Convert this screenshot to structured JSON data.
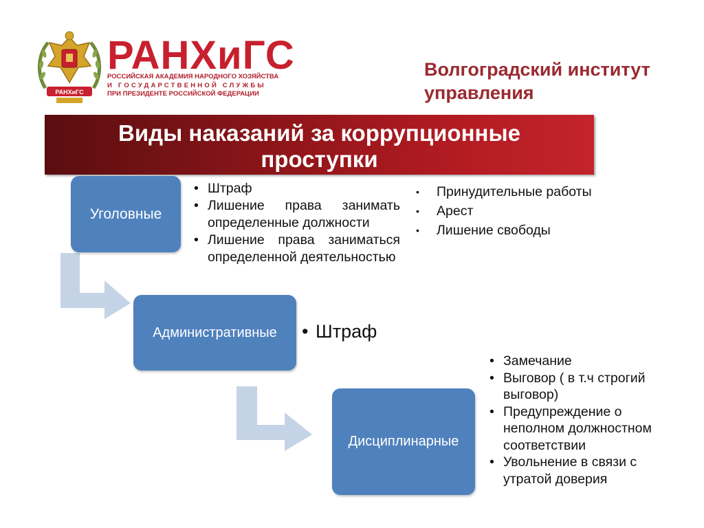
{
  "header": {
    "brand": "РАНХиГС",
    "brand_sub": [
      "РОССИЙСКАЯ АКАДЕМИЯ НАРОДНОГО ХОЗЯЙСТВА",
      "И ГОСУДАРСТВЕННОЙ СЛУЖБЫ",
      "ПРИ ПРЕЗИДЕНТЕ РОССИЙСКОЙ ФЕДЕРАЦИИ"
    ],
    "emblem_label": "РАНХиГС",
    "institute_line1": "Волгоградский институт",
    "institute_line2": "управления"
  },
  "banner": {
    "title_line1": "Виды наказаний за коррупционные",
    "title_line2": "проступки"
  },
  "categories": [
    {
      "label": "Уголовные",
      "items_a": [
        "Штраф",
        "Лишение права занимать определенные должности",
        "Лишение права заниматься определенной деятельностью"
      ],
      "items_b": [
        "Принудительные работы",
        "Арест",
        "Лишение свободы"
      ]
    },
    {
      "label": "Административные",
      "items": [
        "Штраф"
      ]
    },
    {
      "label": "Дисциплинарные",
      "items": [
        "Замечание",
        "Выговор ( в т.ч строгий выговор)",
        "Предупреждение о неполном должностном соответствии",
        "Увольнение в связи с утратой доверия"
      ]
    }
  ],
  "colors": {
    "box": "#4f81bd",
    "arrow": "#c5d3e6",
    "banner_dark": "#5a0e10",
    "banner_light": "#c4242c",
    "brand": "#c8202e"
  }
}
